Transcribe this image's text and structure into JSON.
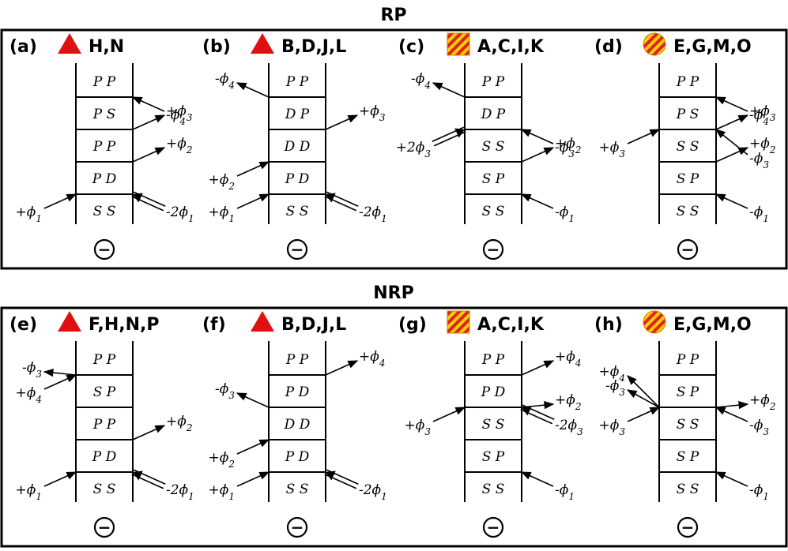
{
  "sections": [
    {
      "title": "RP",
      "panels": [
        {
          "label": "(a)",
          "marker": "red-triangle",
          "letters": "H,N",
          "rungs": [
            "P P",
            "P S",
            "P P",
            "P D",
            "S S"
          ],
          "arrows": [
            {
              "side": "right",
              "junction": 1,
              "dir": "in",
              "style": "single",
              "sign": "-",
              "sub": "4"
            },
            {
              "side": "right",
              "junction": 2,
              "dir": "out",
              "style": "single",
              "sign": "+",
              "sub": "3"
            },
            {
              "side": "right",
              "junction": 3,
              "dir": "out",
              "style": "single",
              "sign": "+",
              "sub": "2"
            },
            {
              "side": "left",
              "junction": 4,
              "dir": "in",
              "style": "single",
              "sign": "+",
              "sub": "1"
            },
            {
              "side": "right",
              "junction": 4,
              "dir": "in",
              "style": "double",
              "sign": "-2",
              "sub": "1"
            }
          ]
        },
        {
          "label": "(b)",
          "marker": "red-triangle",
          "letters": "B,D,J,L",
          "rungs": [
            "P P",
            "D P",
            "D D",
            "P D",
            "S S"
          ],
          "arrows": [
            {
              "side": "left",
              "junction": 1,
              "dir": "out",
              "style": "single",
              "sign": "-",
              "sub": "4"
            },
            {
              "side": "right",
              "junction": 2,
              "dir": "out",
              "style": "single",
              "sign": "+",
              "sub": "3"
            },
            {
              "side": "left",
              "junction": 3,
              "dir": "in",
              "style": "single",
              "sign": "+",
              "sub": "2"
            },
            {
              "side": "left",
              "junction": 4,
              "dir": "in",
              "style": "single",
              "sign": "+",
              "sub": "1"
            },
            {
              "side": "right",
              "junction": 4,
              "dir": "in",
              "style": "double",
              "sign": "-2",
              "sub": "1"
            }
          ]
        },
        {
          "label": "(c)",
          "marker": "striped-square",
          "letters": "A,C,I,K",
          "rungs": [
            "P P",
            "D P",
            "S S",
            "S P",
            "S S"
          ],
          "arrows": [
            {
              "side": "left",
              "junction": 1,
              "dir": "out",
              "style": "single",
              "sign": "-",
              "sub": "4"
            },
            {
              "side": "left",
              "junction": 2,
              "dir": "in",
              "style": "double",
              "sign": "+2",
              "sub": "3"
            },
            {
              "side": "right",
              "junction": 2,
              "dir": "in",
              "style": "single",
              "sign": "-",
              "sub": "3"
            },
            {
              "side": "right",
              "junction": 3,
              "dir": "out",
              "style": "single",
              "sign": "+",
              "sub": "2"
            },
            {
              "side": "right",
              "junction": 4,
              "dir": "in",
              "style": "single",
              "sign": "-",
              "sub": "1"
            }
          ]
        },
        {
          "label": "(d)",
          "marker": "striped-circle",
          "letters": "E,G,M,O",
          "rungs": [
            "P P",
            "P S",
            "S S",
            "S P",
            "S S"
          ],
          "arrows": [
            {
              "side": "right",
              "junction": 1,
              "dir": "in",
              "style": "single",
              "sign": "-",
              "sub": "4"
            },
            {
              "side": "left",
              "junction": 2,
              "dir": "in",
              "style": "single",
              "sign": "+",
              "sub": "3"
            },
            {
              "side": "right",
              "junction": 2,
              "dir": "out",
              "style": "single",
              "sign": "+",
              "sub": "3"
            },
            {
              "side": "right",
              "junction": 2,
              "dir": "in",
              "style": "single",
              "sign": "-",
              "sub": "3",
              "slot": "low"
            },
            {
              "side": "right",
              "junction": 3,
              "dir": "out",
              "style": "single",
              "sign": "+",
              "sub": "2"
            },
            {
              "side": "right",
              "junction": 4,
              "dir": "in",
              "style": "single",
              "sign": "-",
              "sub": "1"
            }
          ]
        }
      ]
    },
    {
      "title": "NRP",
      "panels": [
        {
          "label": "(e)",
          "marker": "red-triangle",
          "letters": "F,H,N,P",
          "rungs": [
            "P P",
            "S P",
            "P P",
            "P D",
            "S S"
          ],
          "arrows": [
            {
              "side": "left",
              "junction": 1,
              "dir": "in",
              "style": "single",
              "sign": "+",
              "sub": "4"
            },
            {
              "side": "left",
              "junction": 1,
              "dir": "out",
              "style": "single",
              "sign": "-",
              "sub": "3",
              "slot": "low"
            },
            {
              "side": "right",
              "junction": 3,
              "dir": "out",
              "style": "single",
              "sign": "+",
              "sub": "2"
            },
            {
              "side": "left",
              "junction": 4,
              "dir": "in",
              "style": "single",
              "sign": "+",
              "sub": "1"
            },
            {
              "side": "right",
              "junction": 4,
              "dir": "in",
              "style": "double",
              "sign": "-2",
              "sub": "1"
            }
          ]
        },
        {
          "label": "(f)",
          "marker": "red-triangle",
          "letters": "B,D,J,L",
          "rungs": [
            "P P",
            "P D",
            "D D",
            "P D",
            "S S"
          ],
          "arrows": [
            {
              "side": "right",
              "junction": 1,
              "dir": "out",
              "style": "single",
              "sign": "+",
              "sub": "4"
            },
            {
              "side": "left",
              "junction": 2,
              "dir": "out",
              "style": "single",
              "sign": "-",
              "sub": "3"
            },
            {
              "side": "left",
              "junction": 3,
              "dir": "in",
              "style": "single",
              "sign": "+",
              "sub": "2"
            },
            {
              "side": "left",
              "junction": 4,
              "dir": "in",
              "style": "single",
              "sign": "+",
              "sub": "1"
            },
            {
              "side": "right",
              "junction": 4,
              "dir": "in",
              "style": "double",
              "sign": "-2",
              "sub": "1"
            }
          ]
        },
        {
          "label": "(g)",
          "marker": "striped-square",
          "letters": "A,C,I,K",
          "rungs": [
            "P P",
            "P D",
            "S S",
            "S P",
            "S S"
          ],
          "arrows": [
            {
              "side": "right",
              "junction": 1,
              "dir": "out",
              "style": "single",
              "sign": "+",
              "sub": "4"
            },
            {
              "side": "left",
              "junction": 2,
              "dir": "in",
              "style": "single",
              "sign": "+",
              "sub": "3"
            },
            {
              "side": "right",
              "junction": 2,
              "dir": "in",
              "style": "double",
              "sign": "-2",
              "sub": "3"
            },
            {
              "side": "right",
              "junction": 2,
              "dir": "out",
              "style": "single",
              "sign": "+",
              "sub": "2",
              "slot": "low"
            },
            {
              "side": "right",
              "junction": 4,
              "dir": "in",
              "style": "single",
              "sign": "-",
              "sub": "1"
            }
          ]
        },
        {
          "label": "(h)",
          "marker": "striped-circle",
          "letters": "E,G,M,O",
          "rungs": [
            "P P",
            "S P",
            "S S",
            "S P",
            "S S"
          ],
          "arrows": [
            {
              "side": "left",
              "junction": 2,
              "dir": "out",
              "style": "single",
              "sign": "+",
              "sub": "4",
              "slot": "high"
            },
            {
              "side": "left",
              "junction": 2,
              "dir": "out",
              "style": "single",
              "sign": "-",
              "sub": "3",
              "slot": "mid"
            },
            {
              "side": "left",
              "junction": 2,
              "dir": "in",
              "style": "single",
              "sign": "+",
              "sub": "3"
            },
            {
              "side": "right",
              "junction": 2,
              "dir": "in",
              "style": "single",
              "sign": "-",
              "sub": "3"
            },
            {
              "side": "right",
              "junction": 2,
              "dir": "out",
              "style": "single",
              "sign": "+",
              "sub": "2",
              "slot": "low"
            },
            {
              "side": "right",
              "junction": 4,
              "dir": "in",
              "style": "single",
              "sign": "-",
              "sub": "1"
            }
          ]
        }
      ]
    }
  ],
  "phi_symbol": "ϕ",
  "bottom_symbol": "−",
  "colors": {
    "triangle": "#e01010",
    "stripe_yellow": "#f7d200",
    "stripe_red": "#e02020",
    "line": "#000000"
  }
}
